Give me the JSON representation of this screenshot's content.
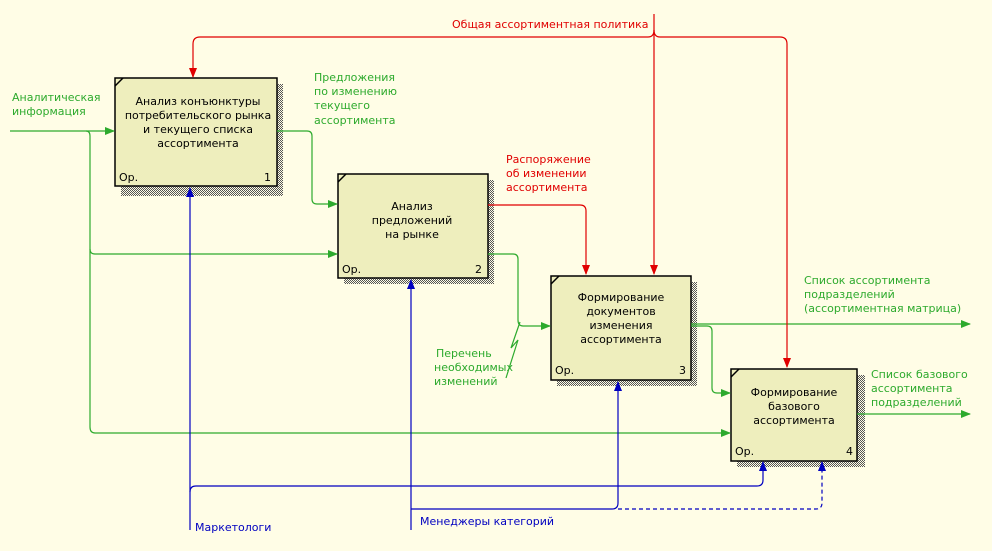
{
  "colors": {
    "background": "#fffde6",
    "box_fill": "#eeeebd",
    "box_border": "#000000",
    "input": "#2daa2d",
    "control": "#e00000",
    "mechanism": "#0000c0"
  },
  "boxes": [
    {
      "id": "1",
      "title_lines": [
        "Анализ конъюнктуры",
        "потребительского рынка",
        "и текущего списка",
        "ассортимента"
      ],
      "op": "Ор.",
      "num": "1"
    },
    {
      "id": "2",
      "title_lines": [
        "Анализ",
        "предложений",
        "на рынке"
      ],
      "op": "Ор.",
      "num": "2"
    },
    {
      "id": "3",
      "title_lines": [
        "Формирование",
        "документов",
        "изменения",
        "ассортимента"
      ],
      "op": "Ор.",
      "num": "3"
    },
    {
      "id": "4",
      "title_lines": [
        "Формирование",
        "базового",
        "ассортимента"
      ],
      "op": "Ор.",
      "num": "4"
    }
  ],
  "arrow_labels": {
    "general_policy": [
      "Общая ассортиментная политика"
    ],
    "analytic_info": [
      "Аналитическая",
      "информация"
    ],
    "proposals": [
      "Предложения",
      "по изменению",
      "текущего",
      "ассортимента"
    ],
    "order": [
      "Распоряжение",
      "об изменении",
      "ассортимента"
    ],
    "list_needed": [
      "Перечень",
      "необходимых",
      "изменений"
    ],
    "list_unit": [
      "Список ассортимента",
      "подразделений",
      "(ассортиментная матрица)"
    ],
    "list_base": [
      "Список базового",
      "ассортимента",
      "подразделений"
    ],
    "marketers": [
      "Маркетологи"
    ],
    "managers": [
      "Менеджеры категорий"
    ]
  }
}
